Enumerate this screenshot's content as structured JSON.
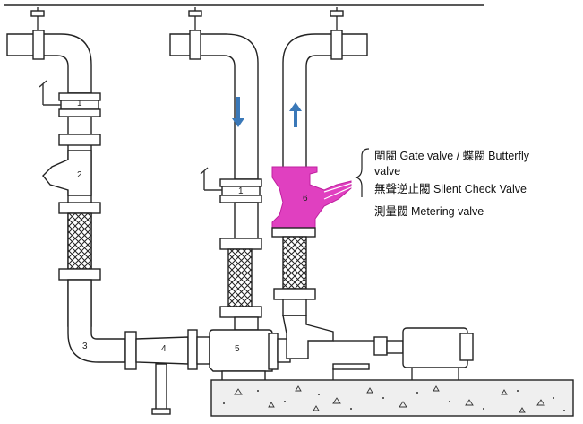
{
  "labels": {
    "valve_1_left": "1",
    "strainer_2": "2",
    "elbow_3": "3",
    "reducer_4": "4",
    "pump_5": "5",
    "valve_6": "6",
    "valve_1_middle": "1"
  },
  "annotations": {
    "line1": "閘閥 Gate valve /  蝶閥 Butterfly",
    "line2": "valve",
    "line3": "無聲逆止閥 Silent Check Valve",
    "line4": "測量閥 Metering valve"
  },
  "colors": {
    "check_valve": "#e040c0",
    "flow_arrow": "#3a78b8"
  },
  "icons": {
    "down_arrow": "flow-down-arrow-icon",
    "up_arrow": "flow-up-arrow-icon"
  }
}
